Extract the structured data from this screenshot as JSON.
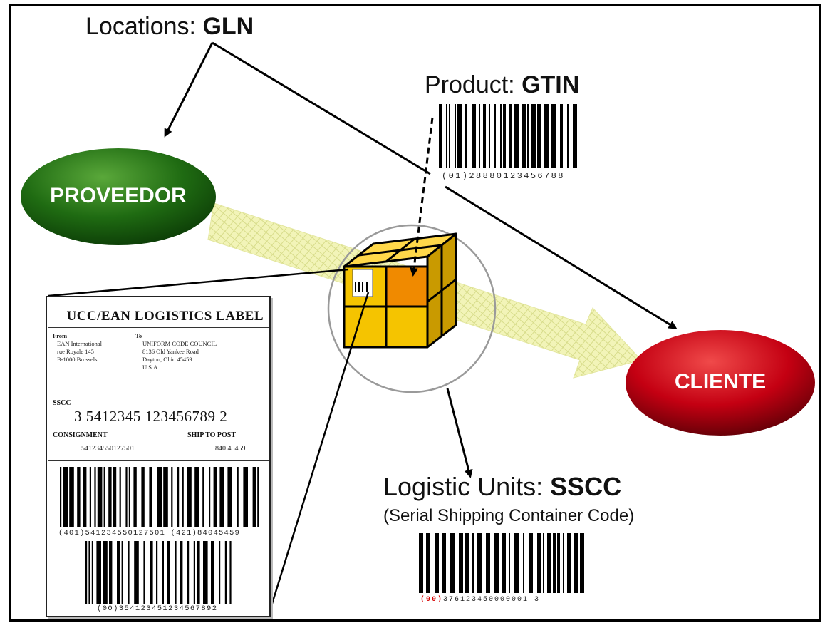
{
  "captions": {
    "locations": {
      "prefix": "Locations:",
      "code": "GLN"
    },
    "product": {
      "prefix": "Product:",
      "code": "GTIN"
    },
    "logistic": {
      "prefix": "Logistic Units:",
      "code": "SSCC",
      "subtitle": "(Serial Shipping Container Code)"
    }
  },
  "nodes": {
    "supplier": "PROVEEDOR",
    "customer": "CLIENTE"
  },
  "barcodes": {
    "gtin_text": "(01)28880123456788",
    "sscc_ai": "(00)",
    "sscc_text": "376123450000001 3",
    "label_upper_text": "(401)541234550127501  (421)84045459",
    "label_lower_text": "(00)354123451234567892"
  },
  "logistics_label": {
    "title": "UCC/EAN LOGISTICS LABEL",
    "from_label": "From",
    "from_lines": [
      "EAN International",
      "rue Royale 145",
      "B-1000 Brussels"
    ],
    "to_label": "To",
    "to_lines": [
      "UNIFORM CODE COUNCIL",
      "8136 Old Yankee Road",
      "Dayton, Ohio 45459",
      "U.S.A."
    ],
    "sscc_label": "SSCC",
    "sscc_value": "3 5412345 123456789 2",
    "consignment_label": "CONSIGNMENT",
    "consignment_value": "541234550127501",
    "ship_to_label": "SHIP TO POST",
    "ship_to_value": "840 45459"
  },
  "colors": {
    "supplier_fill": "#1f6b12",
    "customer_fill": "#c40012",
    "flow_arrow": "#eef0a8",
    "box_yellow": "#f5c400",
    "box_orange": "#f08a00",
    "sscc_ai_red": "#d60000"
  }
}
